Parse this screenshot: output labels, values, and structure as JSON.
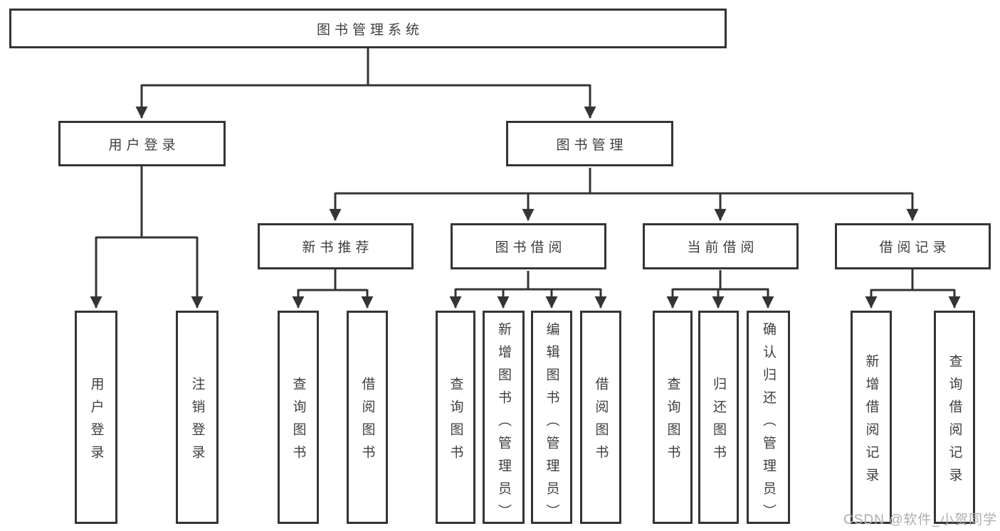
{
  "diagram_title": "图书管理系统",
  "tree": {
    "root": {
      "label": "图书管理系统"
    },
    "branches": [
      {
        "label": "用户登录",
        "children": [
          {
            "label": "用户登录"
          },
          {
            "label": "注销登录"
          }
        ]
      },
      {
        "label": "图书管理",
        "sections": [
          {
            "label": "新书推荐",
            "children": [
              {
                "label": "查询图书"
              },
              {
                "label": "借阅图书"
              }
            ]
          },
          {
            "label": "图书借阅",
            "children": [
              {
                "label": "查询图书"
              },
              {
                "label": "新增图书（管理员）"
              },
              {
                "label": "编辑图书（管理员）"
              },
              {
                "label": "借阅图书"
              }
            ]
          },
          {
            "label": "当前借阅",
            "children": [
              {
                "label": "查询图书"
              },
              {
                "label": "归还图书"
              },
              {
                "label": "确认归还（管理员）"
              }
            ]
          },
          {
            "label": "借阅记录",
            "children": [
              {
                "label": "新增借阅记录"
              },
              {
                "label": "查询借阅记录"
              }
            ]
          }
        ]
      }
    ]
  },
  "watermark": "CSDN @软件_小贺同学",
  "colors": {
    "line": "#343434",
    "text": "#3e3e3e",
    "box_fill": "#ffffff",
    "watermark": "#aeaeae",
    "background": "#ffffff"
  }
}
